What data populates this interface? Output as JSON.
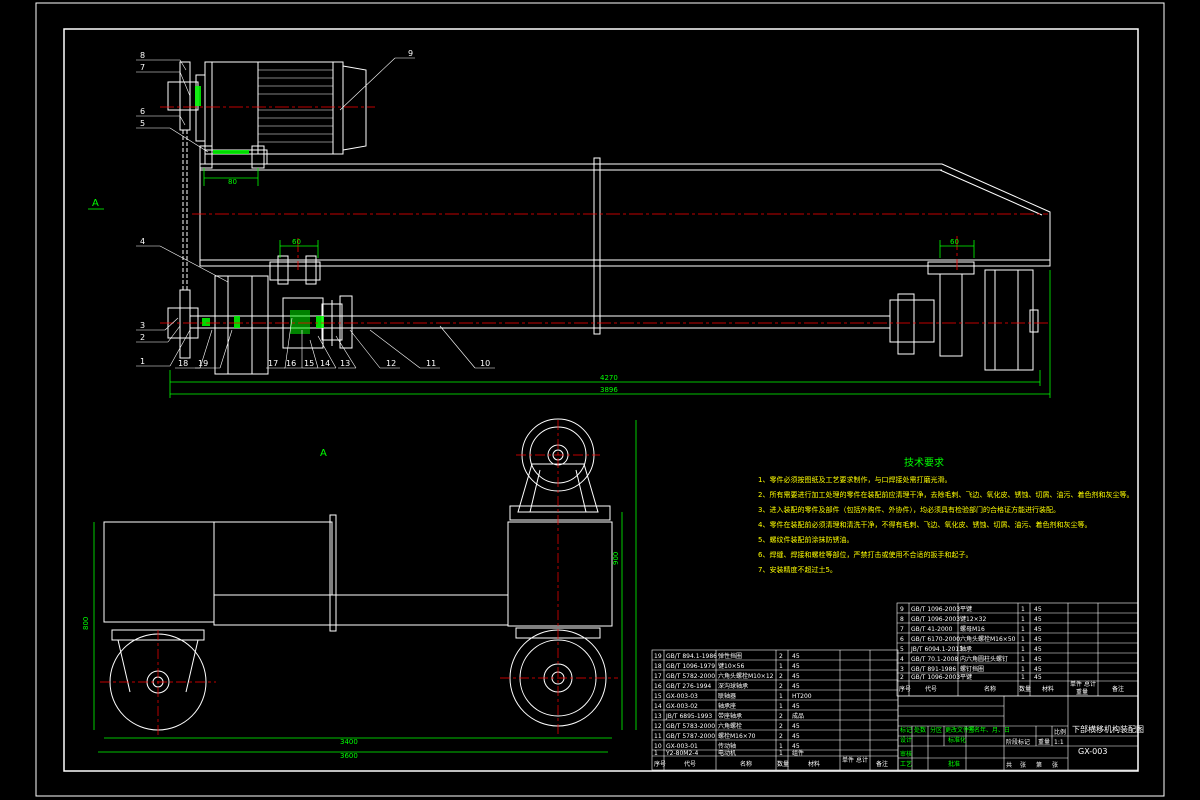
{
  "view_marks": {
    "top": "A",
    "bottom": "A"
  },
  "part_numbers": [
    "8",
    "7",
    "6",
    "5",
    "4",
    "3",
    "2",
    "1",
    "9",
    "18",
    "19",
    "17",
    "16",
    "15",
    "14",
    "13",
    "12",
    "11",
    "10"
  ],
  "dims_top": {
    "d1": "80",
    "d2": "60",
    "d3": "60",
    "overall1": "4270",
    "overall2": "3896"
  },
  "dims_bottom": {
    "h1": "800",
    "h2": "900",
    "w1": "3400",
    "w2": "3600"
  },
  "tech_requirements": {
    "title": "技术要求",
    "lines": [
      "1、零件必须按图纸及工艺要求制作，与口焊接处需打磨光滑。",
      "2、所有需要进行加工处理的零件在装配前应清理干净，去除毛刺、飞边、氧化皮、锈蚀、切屑、油污、着色剂和灰尘等。",
      "3、进入装配的零件及部件（包括外购件、外协件），均必须具有检验部门的合格证方能进行装配。",
      "4、零件在装配前必须清理和清洗干净，不得有毛刺、飞边、氧化皮、锈蚀、切屑、油污、着色剂和灰尘等。",
      "5、螺纹件装配前涂抹防锈油。",
      "6、焊缝、焊接和螺栓等部位，严禁打击或使用不合适的扳手和起子。",
      "7、安装精度不超过土5。"
    ]
  },
  "bom_right": {
    "rows": [
      [
        "9",
        "GB/T 1096-2003",
        "平键",
        "1",
        "45"
      ],
      [
        "8",
        "GB/T 1096-2003",
        "键12×32",
        "1",
        "45"
      ],
      [
        "7",
        "GB/T 41-2000",
        "螺母M16",
        "1",
        "45"
      ],
      [
        "6",
        "GB/T 6170-2000",
        "六角头螺栓M16×50",
        "1",
        "45"
      ],
      [
        "5",
        "JB/T 6094.1-2013",
        "轴承",
        "1",
        "45"
      ],
      [
        "4",
        "GB/T 70.1-2008",
        "内六角圆柱头螺钉",
        "1",
        "45"
      ],
      [
        "3",
        "GB/T 891-1986",
        "螺钉挡圈",
        "1",
        "45"
      ],
      [
        "2",
        "GB/T 1096-2003",
        "平键",
        "1",
        "45"
      ]
    ],
    "headers": [
      "序号",
      "代号",
      "名称",
      "数量",
      "材料",
      "单件",
      "总计",
      "备注"
    ],
    "weight": "重量"
  },
  "bom_left": {
    "rows": [
      [
        "19",
        "GB/T 894.1-1986",
        "弹性挡圈",
        "2",
        "45"
      ],
      [
        "18",
        "GB/T 1096-1979",
        "键10×56",
        "1",
        "45"
      ],
      [
        "17",
        "GB/T 5782-2000",
        "六角头螺栓M10×12",
        "2",
        "45"
      ],
      [
        "16",
        "GB/T 276-1994",
        "深沟球轴承",
        "2",
        "45"
      ],
      [
        "15",
        "GX-003-03",
        "联轴器",
        "1",
        "HT200"
      ],
      [
        "14",
        "GX-003-02",
        "轴承座",
        "1",
        "45"
      ],
      [
        "13",
        "JB/T 6895-1993",
        "带座轴承",
        "2",
        "成品"
      ],
      [
        "12",
        "GB/T 5783-2000",
        "六角螺栓",
        "2",
        "45"
      ],
      [
        "11",
        "GB/T 5787-2000",
        "螺栓M16×70",
        "2",
        "45"
      ],
      [
        "10",
        "GX-003-01",
        "传动轴",
        "1",
        "45"
      ],
      [
        "1",
        "Y2-80M2-4",
        "电动机",
        "1",
        "组件"
      ]
    ],
    "headers": [
      "序号",
      "代号",
      "名称",
      "数量",
      "材料",
      "单件",
      "总计",
      "备注"
    ]
  },
  "title_block": {
    "drawing_name": "下部横移机构装配图",
    "drawing_no": "GX-003",
    "scale": "1:1",
    "stage_labels": [
      "标记",
      "处数",
      "分区",
      "更改文件号",
      "签名",
      "年、月、日"
    ],
    "role_labels": [
      "设计",
      "审核",
      "工艺",
      "批准"
    ],
    "std_label": "标准化",
    "stage_mark": "阶段标记",
    "weight_label": "重量",
    "scale_label": "比例",
    "sheet_labels": [
      "共",
      "张",
      "第",
      "张"
    ]
  },
  "colors": {
    "outline": "#ffffff",
    "center": "#ff0000",
    "dim": "#00ff00",
    "hatch": "#00ff00",
    "text": "#ffff00"
  }
}
